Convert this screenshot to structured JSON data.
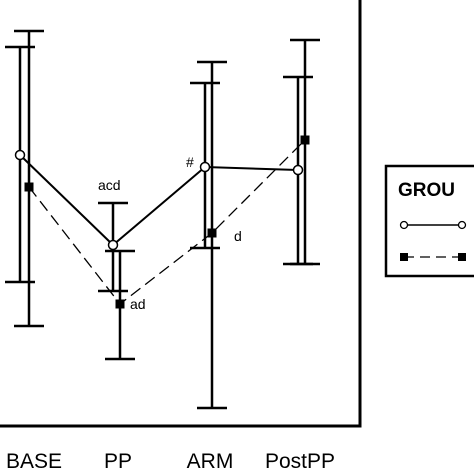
{
  "chart_data": {
    "type": "line",
    "categories": [
      "BASE",
      "PP",
      "ARM",
      "PostPP"
    ],
    "legend": {
      "title": "GROU",
      "placement": "right"
    },
    "series": [
      {
        "marker": "open-circle",
        "line_style": "solid",
        "color": "#000000",
        "values": [
          155,
          245,
          167,
          170
        ],
        "errors": [
          [
            47,
            282
          ],
          [
            203,
            291
          ],
          [
            83,
            248
          ],
          [
            77,
            264
          ]
        ]
      },
      {
        "marker": "filled-square",
        "line_style": "dashed",
        "color": "#000000",
        "values": [
          187,
          304,
          233,
          140
        ],
        "errors": [
          [
            31,
            326
          ],
          [
            251,
            359
          ],
          [
            62,
            408
          ],
          [
            40,
            264
          ]
        ]
      }
    ],
    "annotations": [
      {
        "text": "acd",
        "category": "PP",
        "value": 186
      },
      {
        "text": "ad",
        "category": "PP",
        "value": 305
      },
      {
        "text": "#",
        "category": "ARM",
        "value": 163
      },
      {
        "text": "d",
        "category": "ARM",
        "value": 236
      }
    ],
    "y_reverse": true,
    "grid": false
  }
}
